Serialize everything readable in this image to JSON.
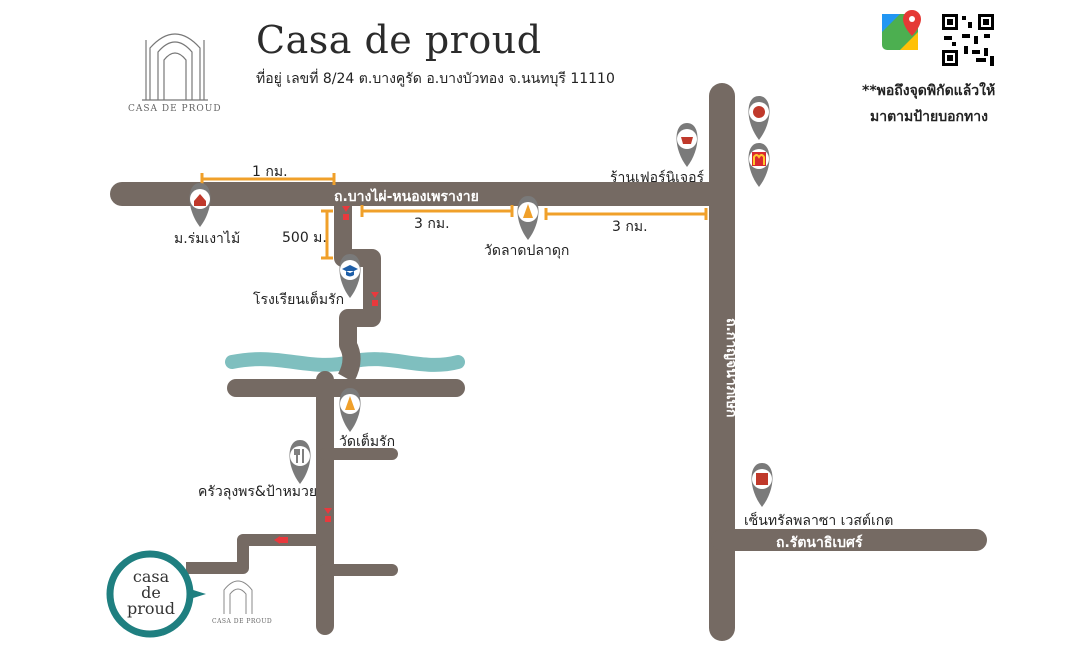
{
  "header": {
    "title": "Casa de proud",
    "address": "ที่อยู่ เลขที่ 8/24 ต.บางคูรัด อ.บางบัวทอง จ.นนทบุรี 11110"
  },
  "logo": {
    "text": "CASA DE PROUD"
  },
  "qr_note": {
    "line1": "**พอถึงจุดพิกัดแล้วให้",
    "line2": "มาตามป้ายบอกทาง"
  },
  "roads": {
    "main_road": "ถ.บางไผ่-หนองเพรางาย",
    "vertical_road": "ถ.กาญจนาภิเษก",
    "ratanathibet": "ถ.รัตนาธิเบศร์"
  },
  "distances": {
    "d1": "1 กม.",
    "d500": "500 ม.",
    "d3a": "3 กม.",
    "d3b": "3 กม."
  },
  "places": {
    "village": "ม.ร่มเงาไม้",
    "school": "โรงเรียนเต็มรัก",
    "wat_lat": "วัดลาดปลาดุก",
    "furniture": "ร้านเฟอร์นิเจอร์",
    "wat_tem": "วัดเต็มรัก",
    "restaurant": "ครัวลุงพร&ป้าหมวย",
    "central": "เซ็นทรัลพลาซา เวสต์เกต"
  },
  "destination": {
    "line1": "casa",
    "line2": "de",
    "line3": "proud"
  },
  "colors": {
    "road": "#756a63",
    "distance_line": "#f0a02a",
    "river": "#7fbfbf",
    "pin": "#7a7a7a",
    "arrow": "#e8393d",
    "dest_ring": "#1f7f80"
  },
  "icons": [
    "house-icon",
    "school-icon",
    "temple-icon",
    "basket-icon",
    "kfc-icon",
    "mcdonalds-icon",
    "temple-icon",
    "fork-knife-icon",
    "central-icon",
    "google-maps-icon",
    "qr-code-icon"
  ]
}
